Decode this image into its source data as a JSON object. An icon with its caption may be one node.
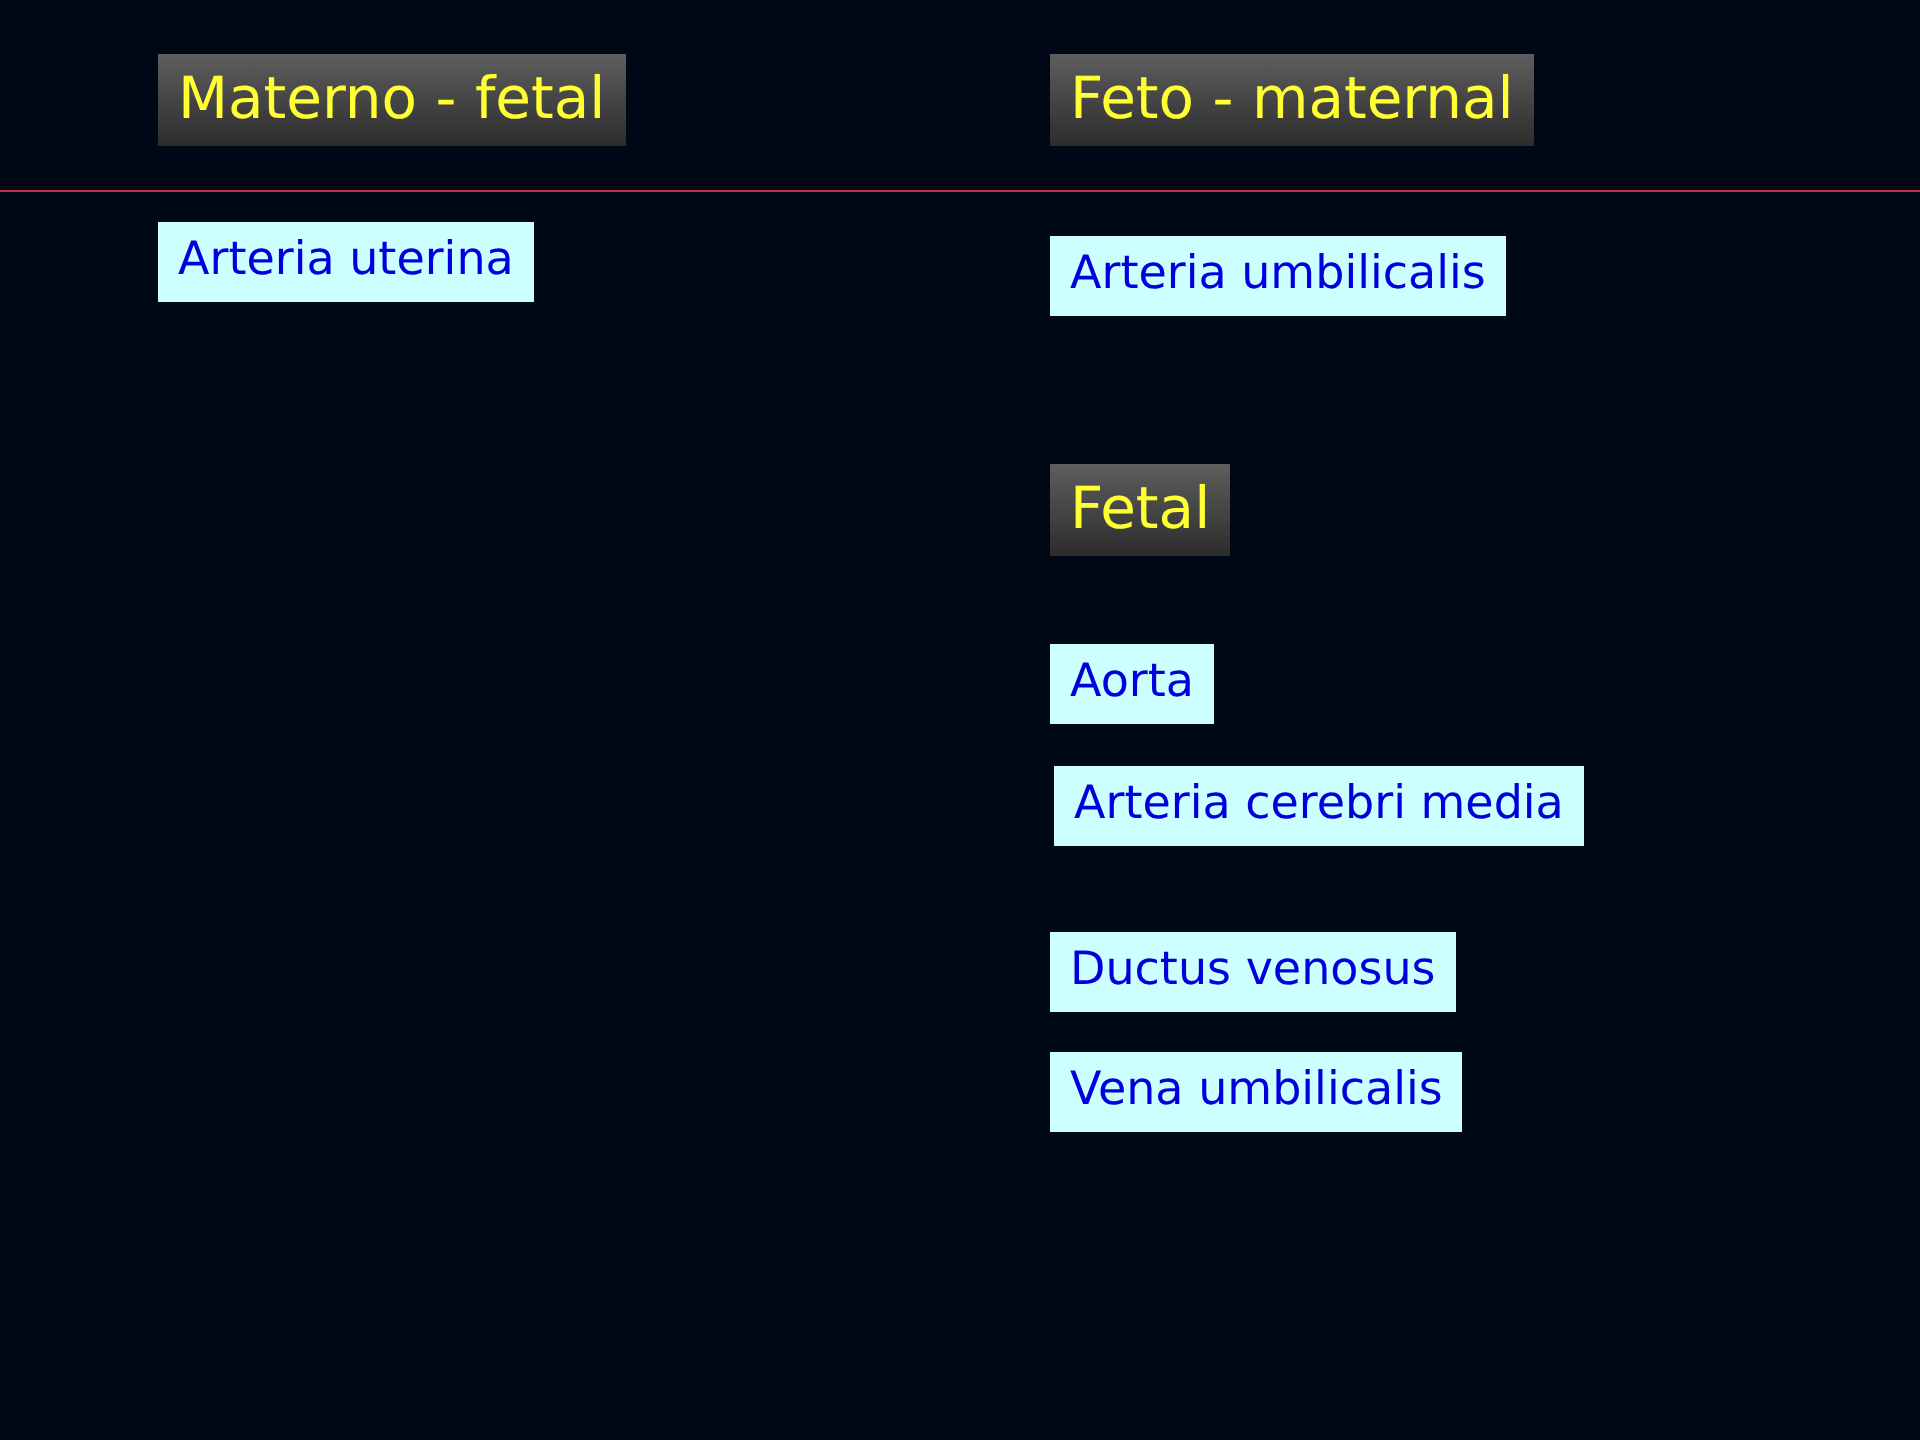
{
  "diagram": {
    "nodes": [
      {
        "text": [
          "Materno - fetal"
        ]
      },
      {
        "text": [
          "Feto - maternal"
        ]
      },
      {
        "text": [
          "Arteria uterina"
        ]
      },
      {
        "text": [
          "Arteria umbilicalis"
        ]
      },
      {
        "text": [
          "Fetal"
        ]
      },
      {
        "text": [
          "Aorta"
        ]
      },
      {
        "text": [
          "Arteria cerebri media"
        ]
      },
      {
        "text": [
          "Ductus venosus"
        ]
      },
      {
        "text": [
          "Vena umbilicalis"
        ]
      }
    ]
  }
}
